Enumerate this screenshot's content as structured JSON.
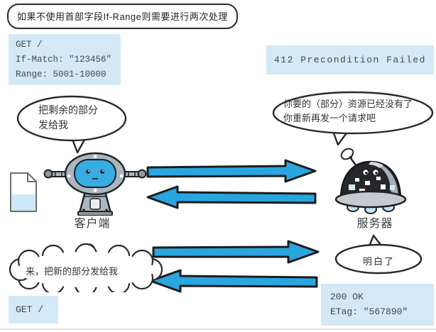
{
  "title": "如果不使用首部字段If-Range则需要进行两次处理",
  "messages": {
    "request1": {
      "line1": "GET /",
      "line2": "If-Match: \"123456\"",
      "line3": "Range: 5001-10000"
    },
    "response1": "412 Precondition Failed",
    "request2": "GET /",
    "response2": {
      "line1": "200 OK",
      "line2": "ETag: \"567890\""
    }
  },
  "bubbles": {
    "client_first": {
      "line1": "把剩余的部分",
      "line2": "发给我"
    },
    "server_first": {
      "line1": "你要的（部分）资源已经没有了",
      "line2": "你重新再发一个请求吧"
    },
    "client_second": "来，把新的部分发给我",
    "server_second": "明白了"
  },
  "actors": {
    "client": "客户端",
    "server": "服务器"
  },
  "icons": {
    "client": "client-robot-icon",
    "server": "server-robot-icon",
    "document": "partial-document-icon",
    "arrows": [
      "arrow-right-icon",
      "arrow-left-icon",
      "arrow-right-icon",
      "arrow-left-icon"
    ]
  },
  "colors": {
    "box_bg": "#d3e9f6",
    "arrow_fill": "#2aa6df",
    "outline": "#1e1e1e",
    "doc_fill": "#cde9f7"
  }
}
